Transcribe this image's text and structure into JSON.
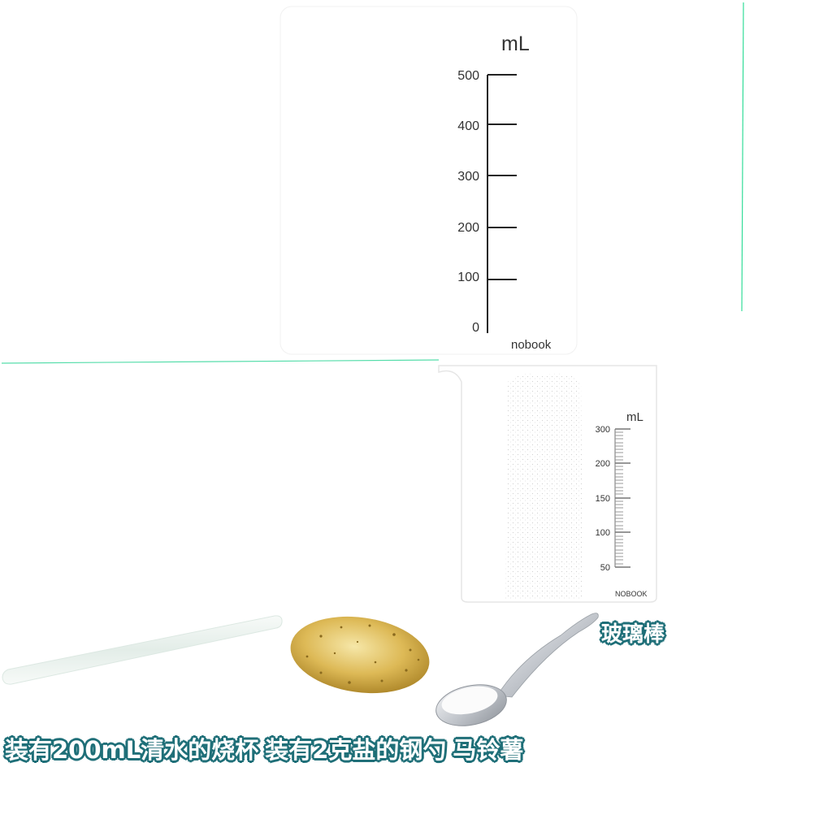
{
  "large_scale": {
    "unit": "mL",
    "ticks": [
      "500",
      "400",
      "300",
      "200",
      "100",
      "0"
    ],
    "brand": "nobook"
  },
  "beaker": {
    "unit": "mL",
    "ticks": [
      "300",
      "200",
      "150",
      "100",
      "50"
    ],
    "brand": "NOBOOK"
  },
  "labels": {
    "glass_rod": "玻璃棒",
    "beaker_caption": "装有200mL清水的烧杯",
    "spoon_caption": "装有2克盐的钢勺",
    "potato_caption": "马铃薯"
  },
  "colors": {
    "caption_outline": "#1f6f78",
    "guide_line": "#33dd99",
    "potato": "#d9b450",
    "spoon": "#b8bcc2"
  }
}
